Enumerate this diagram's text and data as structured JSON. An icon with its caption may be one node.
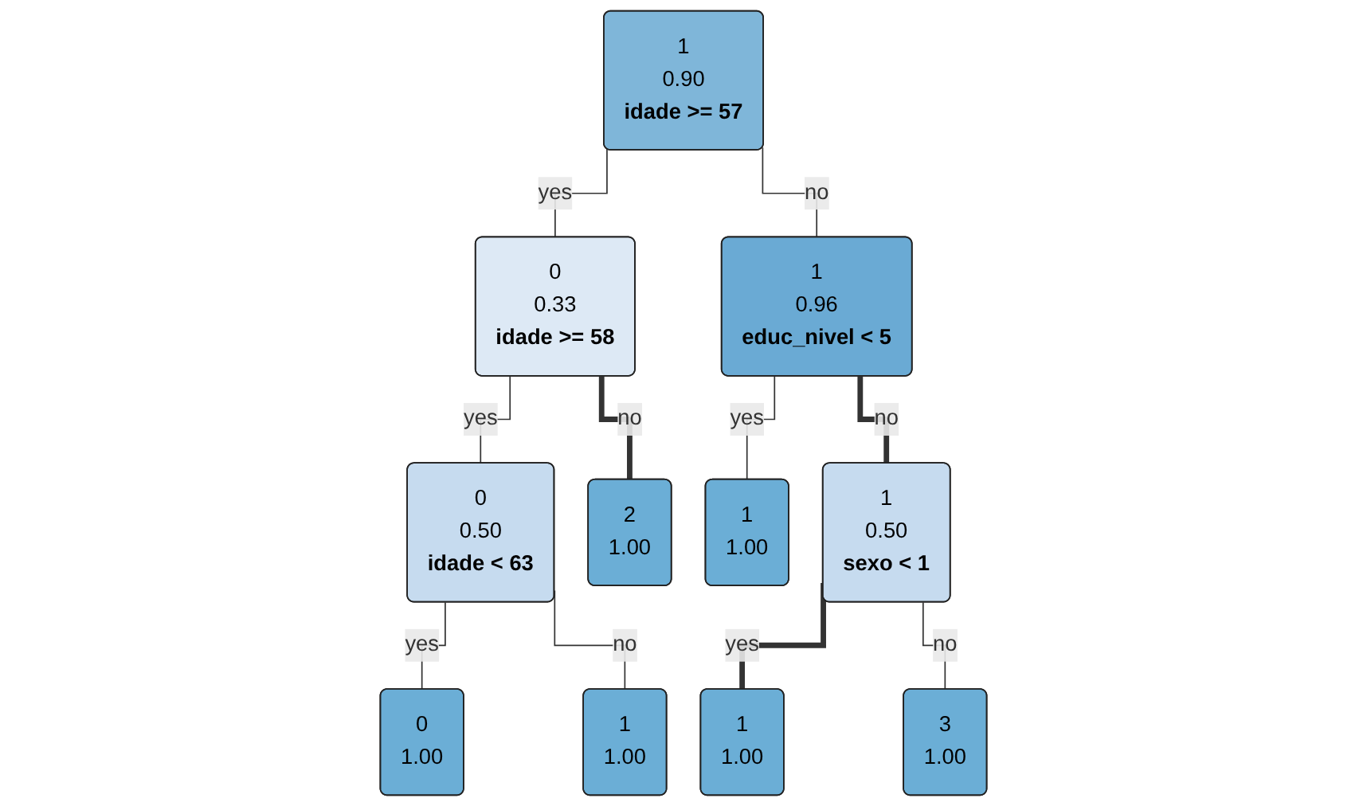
{
  "diagram": {
    "nodes": [
      {
        "text": [
          "1",
          "0.90",
          "idade >= 57"
        ]
      },
      {
        "text": [
          "0",
          "0.33",
          "idade >= 58"
        ]
      },
      {
        "text": [
          "1",
          "0.96",
          "educ_nivel < 5"
        ]
      },
      {
        "text": [
          "0",
          "0.50",
          "idade < 63"
        ]
      },
      {
        "text": [
          "1",
          "0.50",
          "sexo < 1"
        ]
      },
      {
        "text": [
          "0",
          "1.00"
        ]
      },
      {
        "text": [
          "1",
          "1.00"
        ]
      },
      {
        "text": [
          "2",
          "1.00"
        ]
      },
      {
        "text": [
          "1",
          "1.00"
        ]
      },
      {
        "text": [
          "1",
          "1.00"
        ]
      },
      {
        "text": [
          "3",
          "1.00"
        ]
      }
    ],
    "edges": [
      {
        "from": 0,
        "to": 1,
        "arrow": "none",
        "label": "yes"
      },
      {
        "from": 0,
        "to": 2,
        "arrow": "none",
        "label": "no"
      },
      {
        "from": 1,
        "to": 3,
        "arrow": "none",
        "label": "yes"
      },
      {
        "from": 1,
        "to": 7,
        "arrow": "none",
        "label": "no",
        "style": "thick"
      },
      {
        "from": 2,
        "to": 8,
        "arrow": "none",
        "label": "yes"
      },
      {
        "from": 2,
        "to": 4,
        "arrow": "none",
        "label": "no",
        "style": "thick"
      },
      {
        "from": 3,
        "to": 5,
        "arrow": "none",
        "label": "yes"
      },
      {
        "from": 3,
        "to": 6,
        "arrow": "none",
        "label": "no"
      },
      {
        "from": 4,
        "to": 9,
        "arrow": "none",
        "label": "yes",
        "style": "thick"
      },
      {
        "from": 4,
        "to": 10,
        "arrow": "none",
        "label": "no"
      }
    ]
  }
}
